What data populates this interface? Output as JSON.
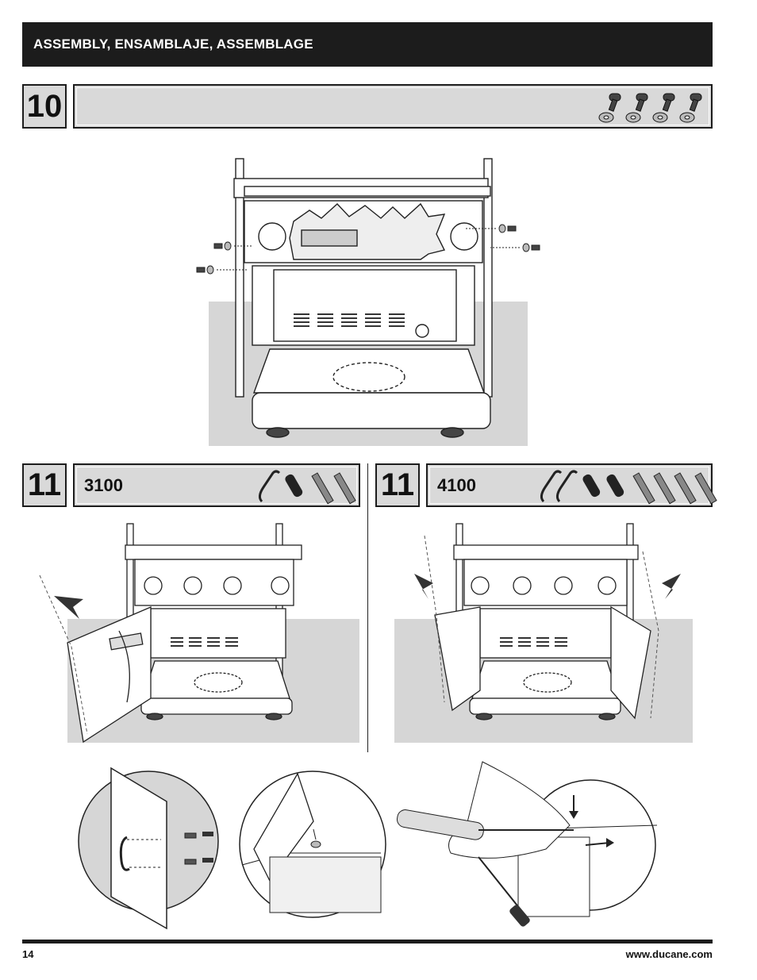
{
  "header": {
    "title": "ASSEMBLY, ENSAMBLAJE, ASSEMBLAGE"
  },
  "step10": {
    "number": "10",
    "hardware_icon": "screw-and-washer-icon",
    "hardware_count": 4
  },
  "step11_left": {
    "number": "11",
    "model": "3100",
    "hardware_icons": [
      "handle-icon",
      "anchor-icon",
      "bolt-icon"
    ]
  },
  "step11_right": {
    "number": "11",
    "model": "4100",
    "hardware_icons": [
      "handle-icon",
      "anchor-icon",
      "bolt-icon"
    ]
  },
  "footer": {
    "page_number": "14",
    "website": "www.ducane.com"
  },
  "colors": {
    "dark": "#1c1c1c",
    "panel_grey": "#d9d9d9",
    "background_grey": "#d6d6d6"
  }
}
